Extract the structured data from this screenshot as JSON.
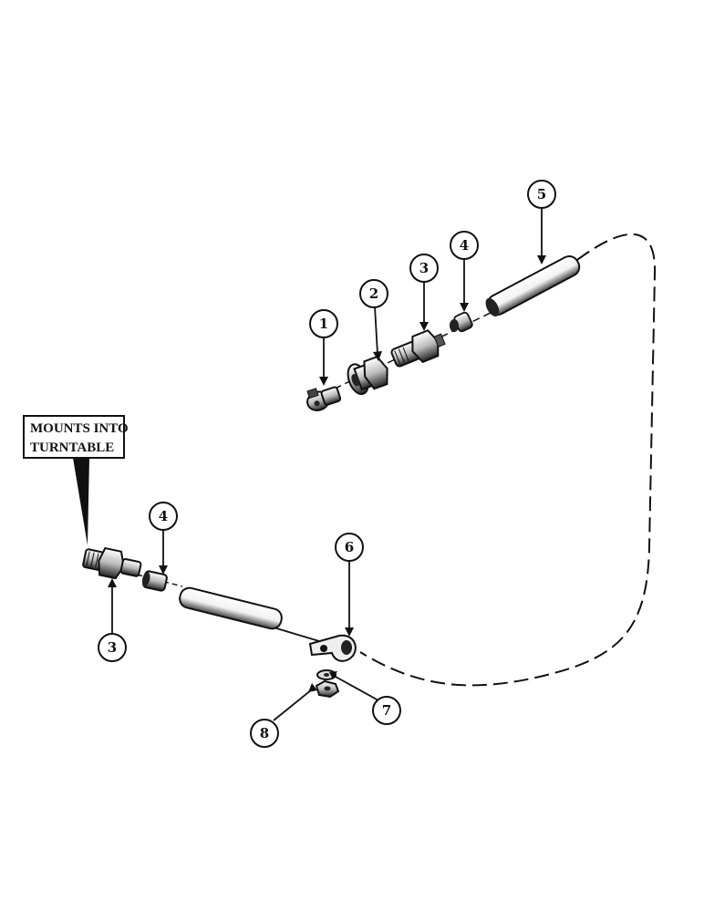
{
  "note": {
    "line1": "MOUNTS INTO",
    "line2": "TURNTABLE"
  },
  "callouts": [
    {
      "id": "c1",
      "text": "1",
      "part": "fitting-elbow"
    },
    {
      "id": "c2",
      "text": "2",
      "part": "bulkhead-nut"
    },
    {
      "id": "c3a",
      "text": "3",
      "part": "connector-upper"
    },
    {
      "id": "c4a",
      "text": "4",
      "part": "hose-end-upper"
    },
    {
      "id": "c5",
      "text": "5",
      "part": "hose"
    },
    {
      "id": "c4b",
      "text": "4",
      "part": "hose-end-lower"
    },
    {
      "id": "c6",
      "text": "6",
      "part": "clamp"
    },
    {
      "id": "c3b",
      "text": "3",
      "part": "connector-lower"
    },
    {
      "id": "c7",
      "text": "7",
      "part": "washer"
    },
    {
      "id": "c8",
      "text": "8",
      "part": "nut"
    }
  ]
}
